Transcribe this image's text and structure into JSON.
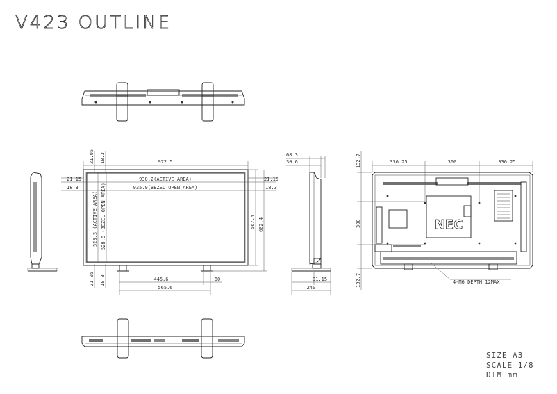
{
  "title": "V423 OUTLINE",
  "info": {
    "size": "SIZE A3",
    "scale": "SCALE 1/8",
    "dim": "DIM mm"
  },
  "front_dims": {
    "overall_width": "972.5",
    "active_width": "930.2(ACTIVE AREA)",
    "bezel_width": "935.9(BEZEL OPEN AREA)",
    "left_bezel_active": "21.15",
    "right_bezel_active": "21.15",
    "left_bezel_open": "18.3",
    "right_bezel_open": "18.3",
    "top_bezel_active": "21.05",
    "top_bezel_open": "18.3",
    "bottom_bezel_active": "21.05",
    "bottom_bezel_open": "18.3",
    "active_height": "523.3 (ACTIVE AREA)",
    "bezel_height": "528.8 (BEZEL OPEN AREA)",
    "height_no_stand": "567.4",
    "height_with_stand": "602.4",
    "stand_spacing": "445.6",
    "stand_width": "60",
    "stand_outer": "565.6"
  },
  "side_dims": {
    "depth": "68.3",
    "depth_thin": "30.6",
    "base_depth_a": "91.15",
    "base_depth": "240"
  },
  "rear_dims": {
    "left_margin": "336.25",
    "vesa_h": "300",
    "right_margin": "336.25",
    "vesa_v": "300",
    "top_margin": "132.7",
    "bottom_margin": "132.7",
    "mount_note": "4-M6 DEPTH 12MAX"
  },
  "rear_logo": "NEC"
}
